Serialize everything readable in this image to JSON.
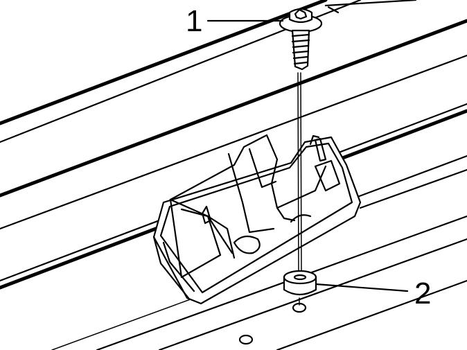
{
  "diagram": {
    "callouts": [
      {
        "id": "1",
        "label": "1",
        "part": "screw-icon"
      },
      {
        "id": "2",
        "label": "2",
        "part": "spacer-icon"
      }
    ],
    "colors": {
      "line": "#000000",
      "background": "#ffffff"
    }
  }
}
